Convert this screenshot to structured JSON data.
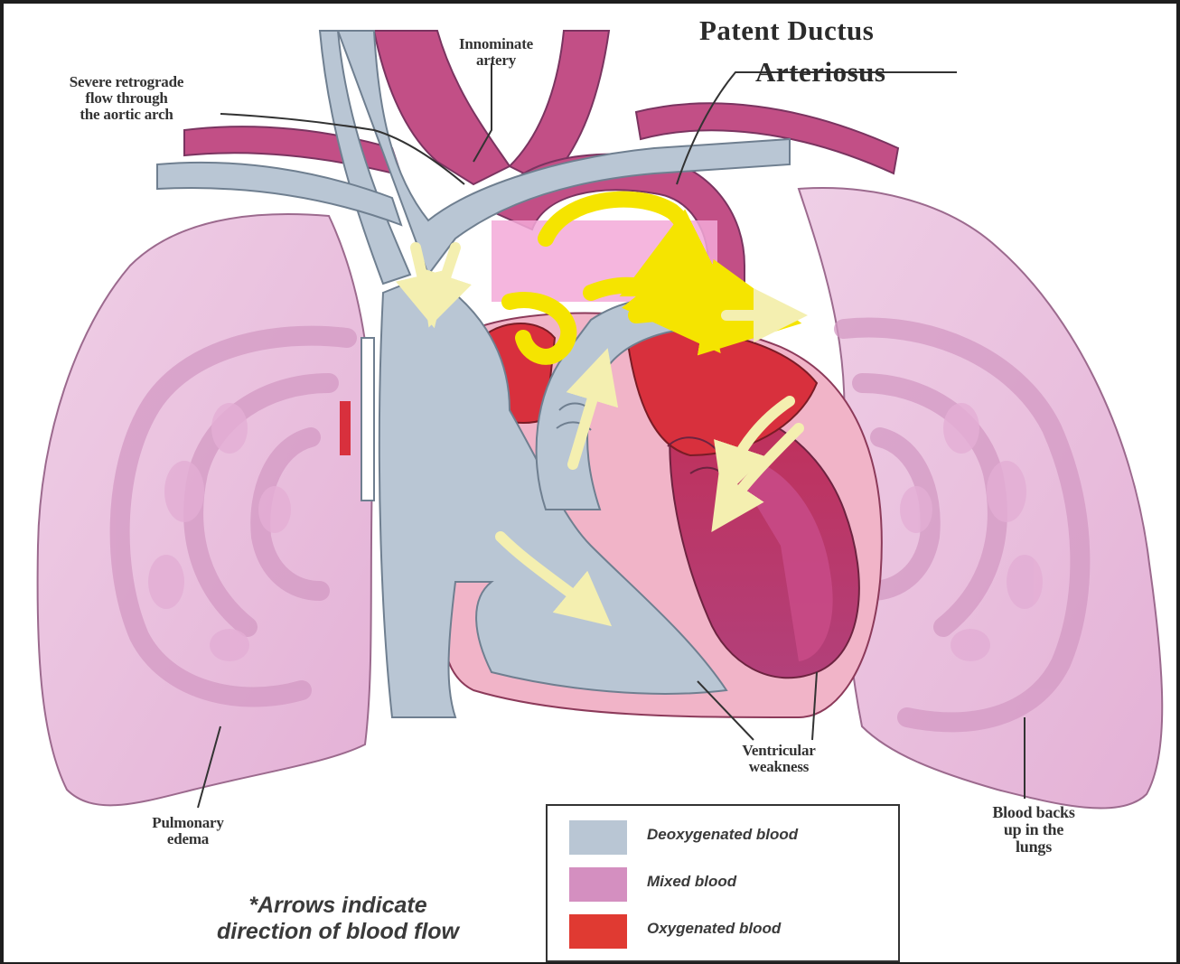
{
  "title": {
    "line1": "Patent Ductus",
    "line2": "Arteriosus"
  },
  "labels": {
    "innominate_artery": "Innominate\nartery",
    "retrograde_flow": "Severe retrograde\nflow through\nthe aortic arch",
    "ventricular_weakness": "Ventricular\nweakness",
    "pulmonary_edema": "Pulmonary\nedema",
    "blood_backs_up": "Blood backs\nup in the\nlungs"
  },
  "note": "*Arrows indicate\ndirection of blood flow",
  "legend": {
    "items": [
      {
        "label": "Deoxygenated blood",
        "color": "#b9c6d4"
      },
      {
        "label": "Mixed blood",
        "color": "#d48fc0"
      },
      {
        "label": "Oxygenated blood",
        "color": "#e03a32"
      }
    ]
  },
  "colors": {
    "lung": "#e9bfdc",
    "lung_vessel": "#d8a2cb",
    "deoxygenated": "#b9c6d4",
    "mixed": "#c24f86",
    "oxygenated": "#d8303d",
    "flow_arrow_yellow": "#f5e400",
    "flow_arrow_pale": "#f4efb0"
  }
}
